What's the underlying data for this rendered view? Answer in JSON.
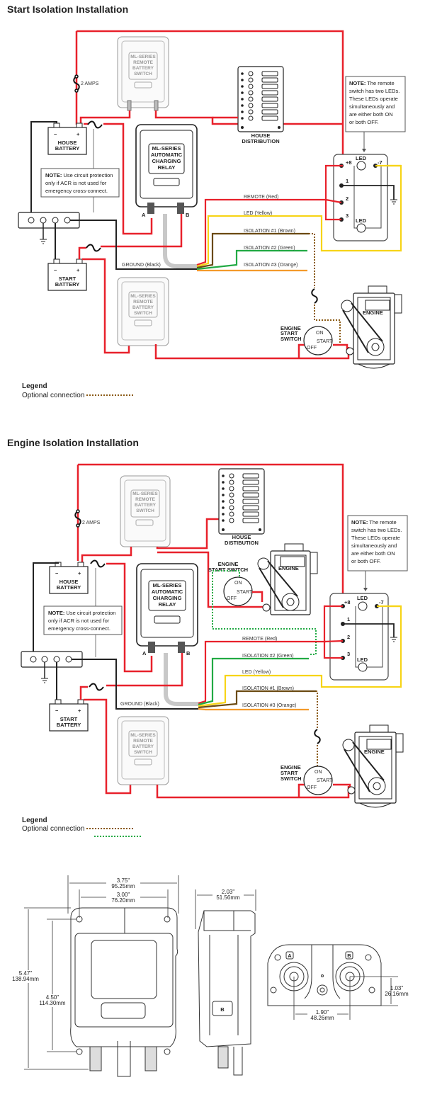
{
  "colors": {
    "red": "#e8212b",
    "yellow": "#f7d417",
    "brown": "#6b4a12",
    "green": "#22aa44",
    "orange": "#f39a2b",
    "black": "#1a1a1a",
    "gray_cable": "#c8c8c8",
    "optional_brown": "#8a5a14",
    "optional_green": "#22aa44"
  },
  "diagram1": {
    "title": "Start Isolation Installation",
    "fuse_label": "2 AMPS",
    "remote_switch_top": [
      "ML-SERIES",
      "REMOTE",
      "BATTERY",
      "SWITCH"
    ],
    "remote_switch_bottom": [
      "ML-SERIES",
      "REMOTE",
      "BATTERY",
      "SWITCH"
    ],
    "acr": [
      "ML-SERIES",
      "AUTOMATIC",
      "CHARGING",
      "RELAY"
    ],
    "acr_terminal_a": "A",
    "acr_terminal_b": "B",
    "house_battery": [
      "HOUSE",
      "BATTERY"
    ],
    "start_battery": [
      "START",
      "BATTERY"
    ],
    "house_distribution": [
      "HOUSE",
      "DISTRIBUTION"
    ],
    "note_acr": {
      "bold": "NOTE:",
      "lines": [
        " Use circuit protection",
        "only if ACR is not used for",
        "emergency cross-connect."
      ]
    },
    "note_led": {
      "bold": "NOTE:",
      "lines": [
        " The remote",
        "switch has two LEDs.",
        "These LEDs operate",
        "simultaneously and",
        "are either both ON",
        "or both OFF."
      ]
    },
    "switch_terminals": {
      "plus8": "+8",
      "minus7": "-7",
      "t1": "1",
      "t2": "2",
      "t3": "3",
      "led": "LED"
    },
    "wires": {
      "remote": "REMOTE (Red)",
      "led": "LED (Yellow)",
      "iso1": "ISOLATION #1 (Brown)",
      "iso2": "ISOLATION #2 (Green)",
      "iso3": "ISOLATION #3 (Orange)",
      "ground": "GROUND (Black)"
    },
    "engine": "ENGINE",
    "engine_start_switch": [
      "ENGINE",
      "START",
      "SWITCH"
    ],
    "switch_positions": {
      "on": "ON",
      "start": "START",
      "off": "OFF"
    },
    "legend": {
      "title": "Legend",
      "optional": "Optional connection"
    }
  },
  "diagram2": {
    "title": "Engine Isolation Installation",
    "fuse_label": "2 AMPS",
    "remote_switch_top": [
      "ML-SERIES",
      "REMOTE",
      "BATTERY",
      "SWITCH"
    ],
    "remote_switch_bottom": [
      "ML-SERIES",
      "REMOTE",
      "BATTERY",
      "SWITCH"
    ],
    "acr": [
      "ML-SERIES",
      "AUTOMATIC",
      "CHARGING",
      "RELAY"
    ],
    "acr_terminal_a": "A",
    "acr_terminal_b": "B",
    "house_battery": [
      "HOUSE",
      "BATTERY"
    ],
    "start_battery": [
      "START",
      "BATTERY"
    ],
    "house_distribution": [
      "HOUSE",
      "DISTIBUTION"
    ],
    "note_acr": {
      "bold": "NOTE:",
      "lines": [
        " Use circuit protection",
        "only if ACR is not used for",
        "emergency cross-connect."
      ]
    },
    "note_led": {
      "bold": "NOTE:",
      "lines": [
        " The remote",
        "switch has two LEDs.",
        "These LEDs operate",
        "simultaneously and",
        "are either both ON",
        "or both OFF."
      ]
    },
    "switch_terminals": {
      "plus8": "+8",
      "minus7": "-7",
      "t1": "1",
      "t2": "2",
      "t3": "3",
      "led": "LED"
    },
    "wires": {
      "remote": "REMOTE (Red)",
      "iso2": "ISOLATION #2 (Green)",
      "led": "LED (Yellow)",
      "iso1": "ISOLATION #1 (Brown)",
      "iso3": "ISOLATION #3 (Orange)",
      "ground": "GROUND (Black)"
    },
    "engine": "ENGINE",
    "engine_start_switch_upper": [
      "ENGINE",
      "START SWITCH"
    ],
    "engine_start_switch": [
      "ENGINE",
      "START",
      "SWITCH"
    ],
    "switch_positions": {
      "on": "ON",
      "start": "START",
      "off": "OFF"
    },
    "legend": {
      "title": "Legend",
      "optional": "Optional connection"
    }
  },
  "dimensions": {
    "width_overall": [
      "3.75\"",
      "95.25mm"
    ],
    "width_mount": [
      "3.00\"",
      "76.20mm"
    ],
    "depth": [
      "2.03\"",
      "51.56mm"
    ],
    "height_overall": [
      "5.47\"",
      "138.94mm"
    ],
    "height_mount": [
      "4.50\"",
      "114.30mm"
    ],
    "terminal_spacing": [
      "1.90\"",
      "48.26mm"
    ],
    "terminal_height": [
      "1.03\"",
      "26.16mm"
    ],
    "side_label": "B",
    "terminal_a": "A",
    "terminal_b": "B"
  }
}
